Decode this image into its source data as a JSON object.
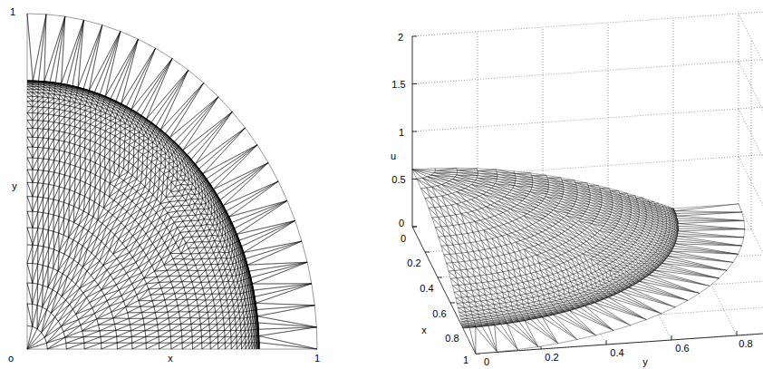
{
  "diagram": {
    "labels": [
      "1",
      "y",
      "o",
      "x",
      "1",
      "2",
      "1.5",
      "1",
      "u",
      "0.5",
      "0",
      "0",
      "0.2",
      "0.4",
      "0.6",
      "0.8",
      "x",
      "1",
      "0",
      "0.2",
      "0.4",
      "0.6",
      "0.8",
      "y"
    ]
  }
}
